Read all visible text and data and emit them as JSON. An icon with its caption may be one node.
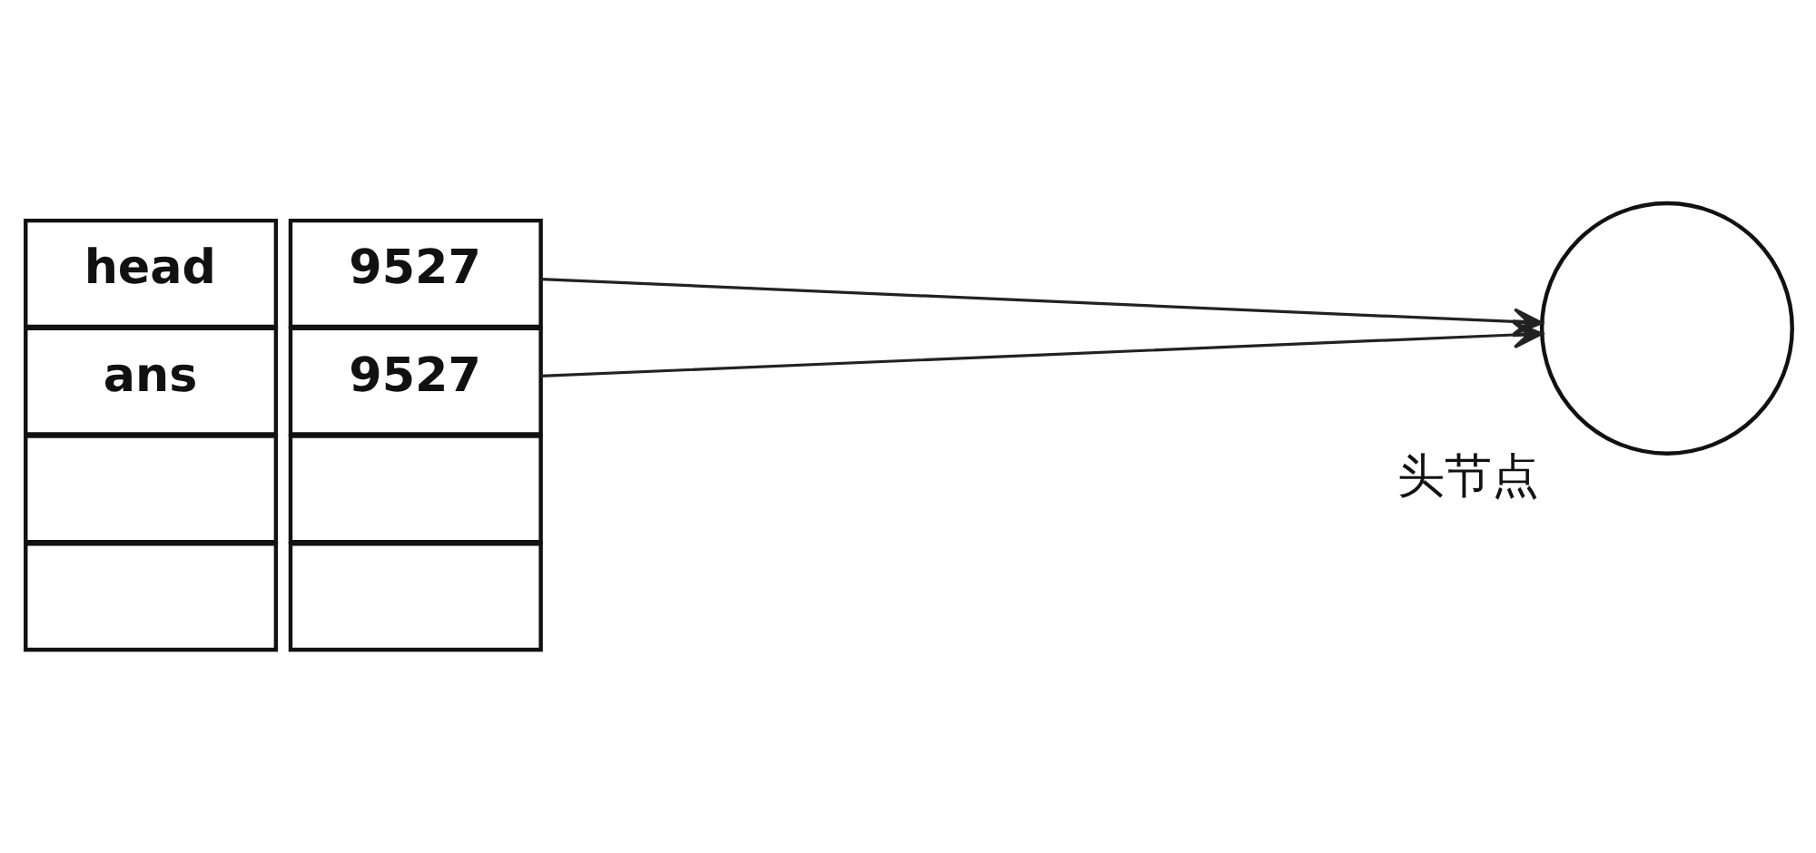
{
  "diagram": {
    "nodes": [
      {
        "text": [
          "head"
        ]
      },
      {
        "text": [
          "9527"
        ]
      },
      {
        "text": [
          "ans"
        ]
      },
      {
        "text": [
          "9527"
        ]
      },
      {
        "text": [],
        "shape": "box"
      },
      {
        "text": [],
        "shape": "box"
      },
      {
        "text": [],
        "shape": "box"
      },
      {
        "text": [],
        "shape": "box"
      },
      {
        "text": [],
        "shape": "circle",
        "beside": [
          "头节点"
        ]
      }
    ],
    "edges": [
      {
        "from": 1,
        "to": 8,
        "arrow": "to"
      },
      {
        "from": 3,
        "to": 8,
        "arrow": "to"
      }
    ]
  }
}
